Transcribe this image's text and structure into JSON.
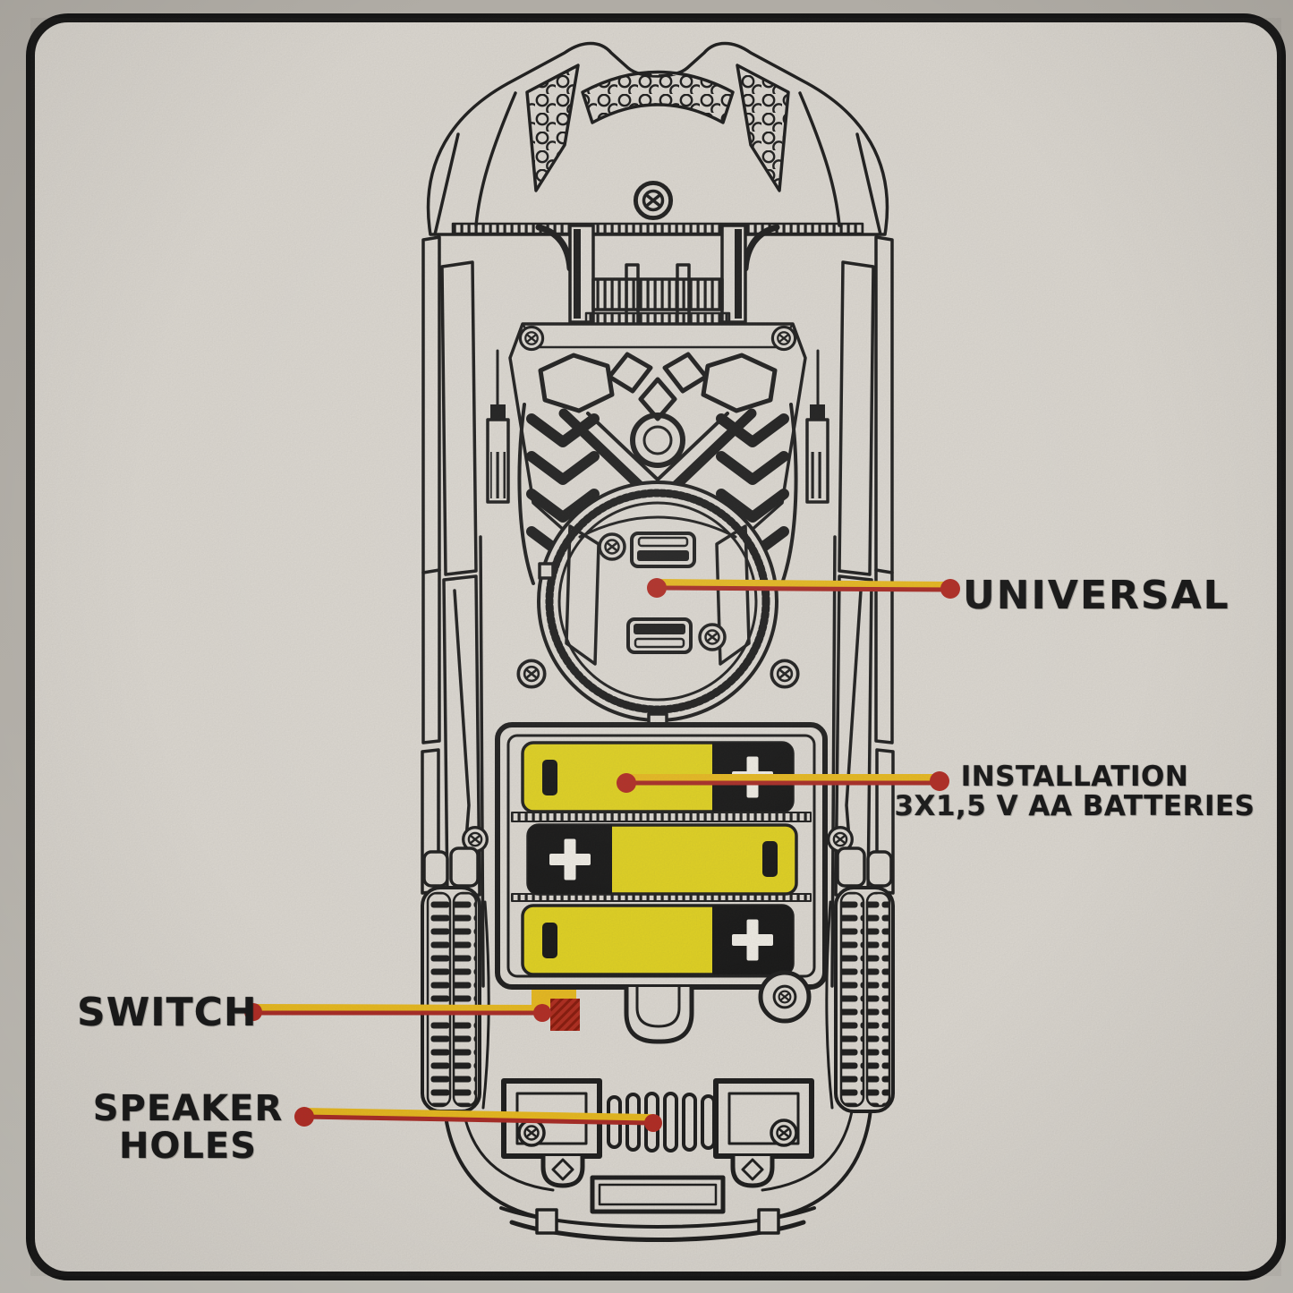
{
  "labels": {
    "universal": "UNIVERSAL",
    "installation_line1": "INSTALLATION",
    "installation_line2": "3X1,5 V AA BATTERIES",
    "switch": "SWITCH",
    "speaker_line1": "SPEAKER",
    "speaker_line2": "HOLES"
  },
  "batteries": [
    {
      "row": 1,
      "minus_side": "left",
      "plus_side": "right"
    },
    {
      "row": 2,
      "plus_side": "left",
      "minus_side": "right"
    },
    {
      "row": 3,
      "minus_side": "left",
      "plus_side": "right"
    }
  ],
  "icons": {
    "battery_plus": "plus-icon",
    "battery_minus": "minus-bar-icon",
    "screw": "screw-icon",
    "switch_block": "switch-icon",
    "speaker_slots": "speaker-holes-icon"
  },
  "colors": {
    "paper": "#dedad3",
    "outer_background": "#b3afa8",
    "line_art": "#1c1c1c",
    "frame": "#161616",
    "battery_yellow": "#e2d31e",
    "leader_red": "#a92a24",
    "leader_yellow": "#e9ba1d",
    "marker_dot": "#b22a22",
    "switch_red": "#b02a1c"
  }
}
